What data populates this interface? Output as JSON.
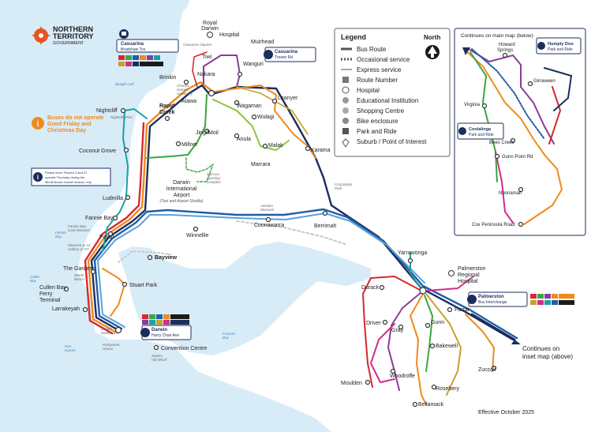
{
  "brand": {
    "line1": "NORTHERN",
    "line2": "TERRITORY",
    "line3": "GOVERNMENT",
    "logo_color": "#e8531f"
  },
  "notices": {
    "holiday": [
      "Buses do not operate",
      "Good Friday and",
      "Christmas Day"
    ],
    "route_note": [
      "Please Note: Routes 3 and 21",
      "operate Thursday during the",
      "Mindil Beach market season only"
    ]
  },
  "legend": {
    "title": "Legend",
    "north": "North",
    "items": [
      {
        "icon": "bus-route",
        "label": "Bus Route"
      },
      {
        "icon": "occasional-service",
        "label": "Occasional service"
      },
      {
        "icon": "express-service",
        "label": "Express service"
      },
      {
        "icon": "route-number-icon",
        "label": "Route Number"
      },
      {
        "icon": "hospital-icon",
        "label": "Hospital"
      },
      {
        "icon": "education-icon",
        "label": "Educational Institution"
      },
      {
        "icon": "shopping-icon",
        "label": "Shopping Centre"
      },
      {
        "icon": "bike-icon",
        "label": "Bike enclosure"
      },
      {
        "icon": "park-ride-icon",
        "label": "Park and Ride"
      },
      {
        "icon": "poi-icon",
        "label": "Suburb / Point of Interest"
      }
    ]
  },
  "inset": {
    "title": "Continues on main map (below)",
    "howard": [
      "Howard",
      "Springs"
    ],
    "humpty": [
      "Humpty Doo",
      "Park and Ride"
    ],
    "girraween": "Girraween",
    "virginia": "Virginia",
    "coolalinga": [
      "Coolalinga",
      "Park and Ride"
    ],
    "bees_creek": "Bees Creek",
    "gunn_point": "Gunn Point Rd",
    "noonamah": "Noonamah",
    "cox_road": "Cox Peninsula Road"
  },
  "continues": [
    "Continues on",
    "inset map (above)"
  ],
  "effective": "Effective October 2025",
  "interchanges": {
    "casuarina1": [
      "Casuarina",
      "Bradshaw Tce"
    ],
    "casuarina2": [
      "Casuarina",
      "Trower Rd"
    ],
    "palmerston": [
      "Palmerston",
      "Bus Interchange"
    ],
    "darwin": [
      "Darwin",
      "Harry Chan Ave"
    ]
  },
  "places": {
    "royal_darwin": [
      "Royal",
      "Darwin",
      "Hospital"
    ],
    "jingili": "Jingili",
    "muirhead": "Muirhead",
    "wanguri": "Wanguri",
    "brinkin": "Brinkin",
    "nakara": "Nakara",
    "tiwi": "Tiwi",
    "leanyer": "Leanyer",
    "nightcliff": "Nightcliff",
    "rapid_creek": [
      "Rapid",
      "Creek"
    ],
    "millner": "Millner",
    "jingili2": "Jingili",
    "moil": "Moil",
    "alawa": "Alawa",
    "wagaman": "Wagaman",
    "wulagi": "Wulagi",
    "anula": "Anula",
    "malak": "Malak",
    "karama": "Karama",
    "marrara": "Marrara",
    "coconut_grove": "Coconut Grove",
    "airport": [
      "Darwin",
      "International",
      "Airport"
    ],
    "airport_note": "(Taxi and Airport Shuttle)",
    "ludmilla": "Ludmilla",
    "fannie_bay": "Fannie Bay",
    "parap": "Parap",
    "winnellie": "Winnellie",
    "coonawarra": "Coonawarra",
    "berrimah": "Berrimah",
    "the_gardens": "The Gardens",
    "cullen_bay": [
      "Cullen Bay",
      "Ferry",
      "Terminal"
    ],
    "larrakeyah": "Larrakeyah",
    "bayview": "Bayview",
    "stuart_park": "Stuart Park",
    "convention": "Convention Centre",
    "yarrawonga": "Yarrawonga",
    "palm_hosp": [
      "Palmerston",
      "Regional",
      "Hospital"
    ],
    "durack": "Durack",
    "farrar": "Farrar",
    "driver": "Driver",
    "gray": "Gray",
    "gunn": "Gunn",
    "bakewell": "Bakewell",
    "woodroffe": "Woodroffe",
    "rosebery": "Rosebery",
    "moulden": "Moulden",
    "bellamack": "Bellamack",
    "zuccoli": "Zuccoli"
  },
  "poi": {
    "nightcliff_pool": "Nightcliff Pool",
    "casuarina_square": "Casuarina Square",
    "cdu": [
      "Charles",
      "Darwin",
      "University"
    ],
    "marrara_sport": [
      "Marrara",
      "Sporting",
      "Complex"
    ],
    "museum": [
      "Museum & Art",
      "Gallery of NT"
    ],
    "mindil": [
      "Mindil",
      "Beach"
    ],
    "fannie_school": [
      "Fannie Bay",
      "Gaol Museum"
    ],
    "aviation": [
      "Aviation",
      "Museum"
    ],
    "crocodylus": [
      "Crocodylus",
      "Park"
    ],
    "parliament": [
      "Parliament",
      "House"
    ],
    "waterfront": [
      "Darwin",
      "Waterfront"
    ],
    "stokes": [
      "Stokes",
      "Hill Wharf"
    ]
  },
  "water": {
    "beagle_gulf": "Beagle Gulf",
    "fannie_bay": [
      "Fannie",
      "Bay"
    ],
    "cullen_bay": [
      "Cullen",
      "Bay"
    ],
    "port_darwin": [
      "Port",
      "Darwin"
    ],
    "frances_bay": [
      "Frances",
      "Bay"
    ]
  },
  "route_colors": {
    "blue": "#1f5fa6",
    "orange": "#f08a1c",
    "green": "#3aa640",
    "navy": "#1b2e5c",
    "red": "#d7282f",
    "purple": "#8a3d97",
    "teal": "#17a2a5",
    "grey": "#9a9a9a",
    "magenta": "#cf2e8a",
    "lime": "#8cc63f",
    "gold": "#c8a02a",
    "water": "#d8ecf8"
  }
}
